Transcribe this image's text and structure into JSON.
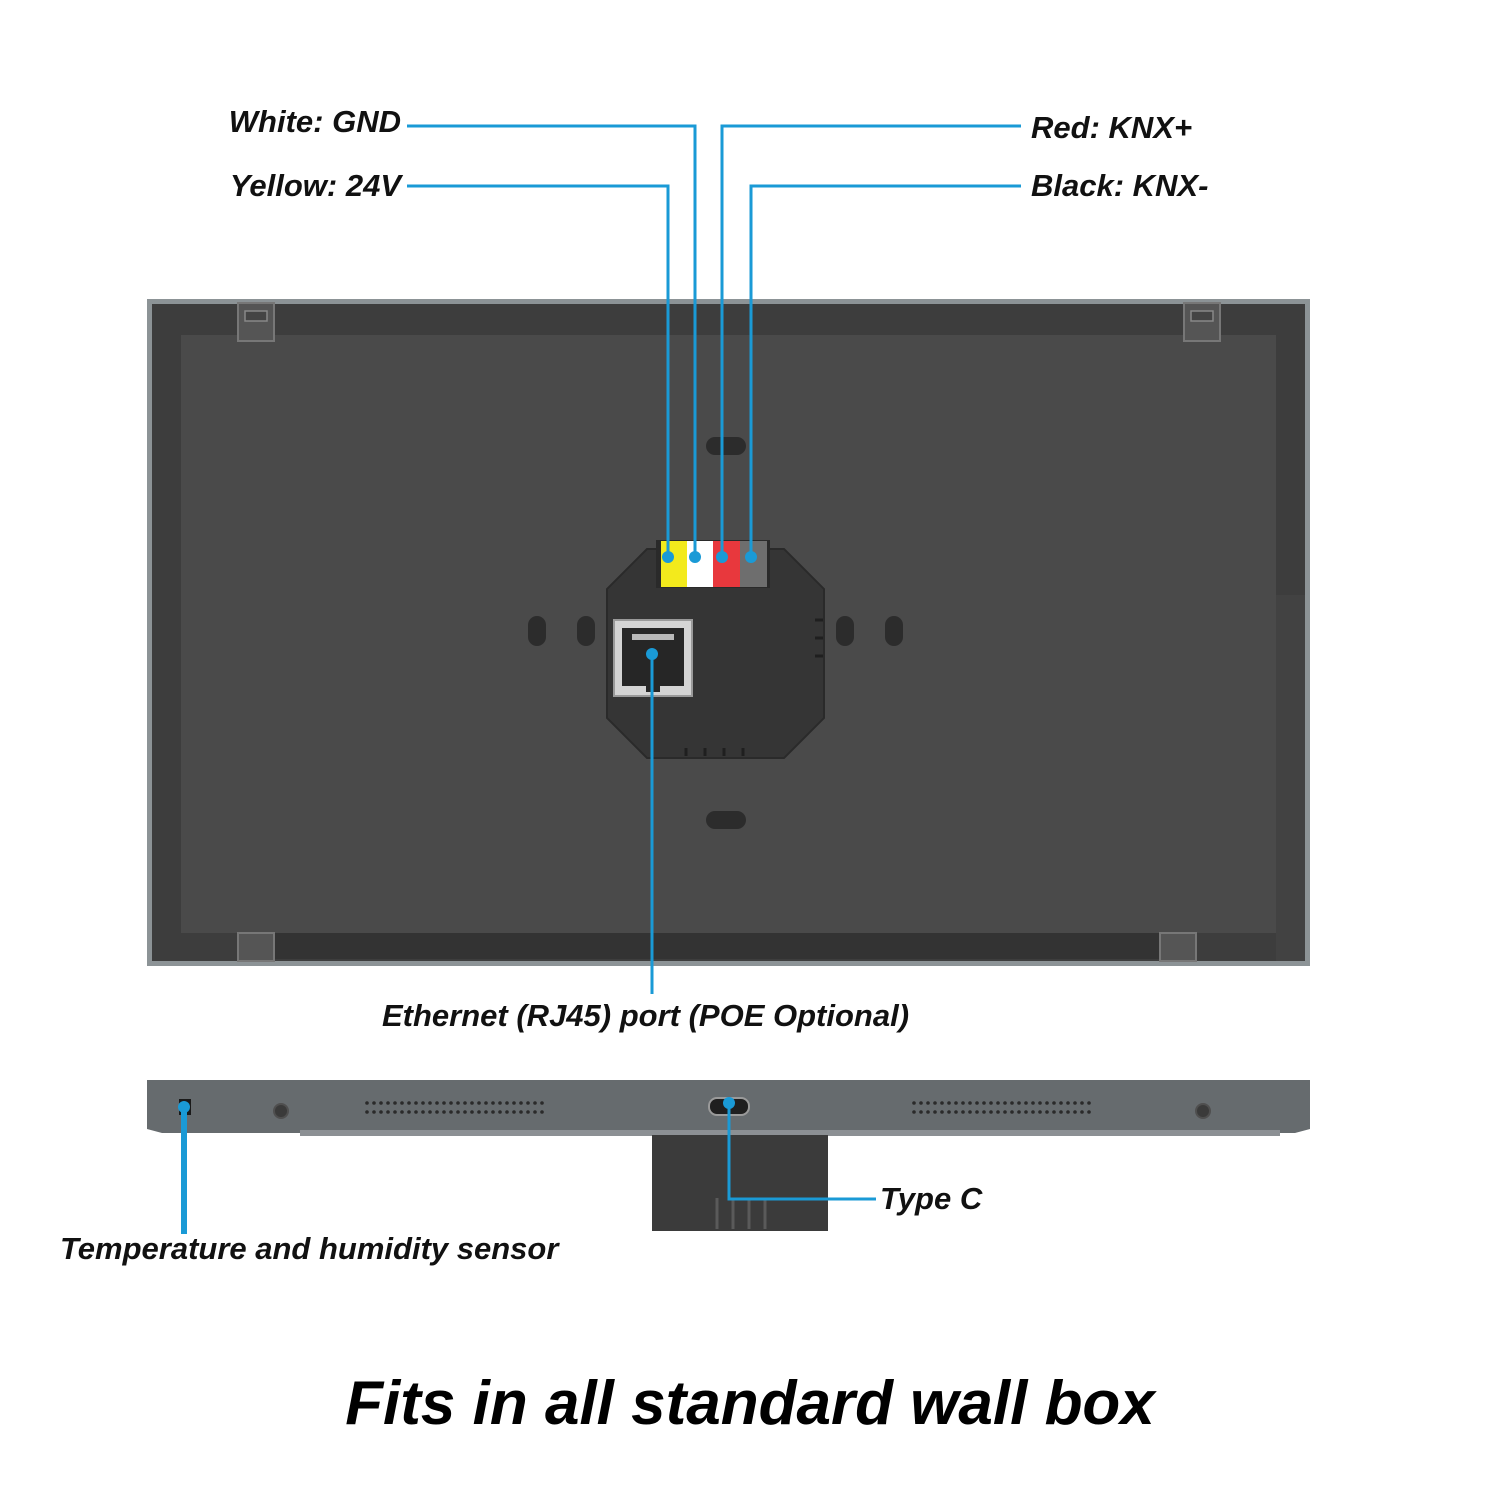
{
  "callouts": {
    "white_gnd": "White: GND",
    "yellow_24v": "Yellow: 24V",
    "red_knx_plus": "Red: KNX+",
    "black_knx_minus": "Black: KNX-",
    "ethernet": "Ethernet (RJ45) port (POE Optional)",
    "type_c": "Type C",
    "sensor": "Temperature and humidity sensor"
  },
  "headline": "Fits in all standard wall box",
  "colors": {
    "leader_line": "#1a9ad6",
    "panel_frame": "#8c9396",
    "panel_back": "#4a4a4a",
    "terminal_yellow": "#f3ea1c",
    "terminal_white": "#ffffff",
    "terminal_red": "#e8383d",
    "terminal_black": "#6e6e6e"
  },
  "icons": {
    "rj45": "rj45-port-icon",
    "usb_c": "usb-c-port-icon",
    "sensor": "sensor-hole-icon"
  }
}
